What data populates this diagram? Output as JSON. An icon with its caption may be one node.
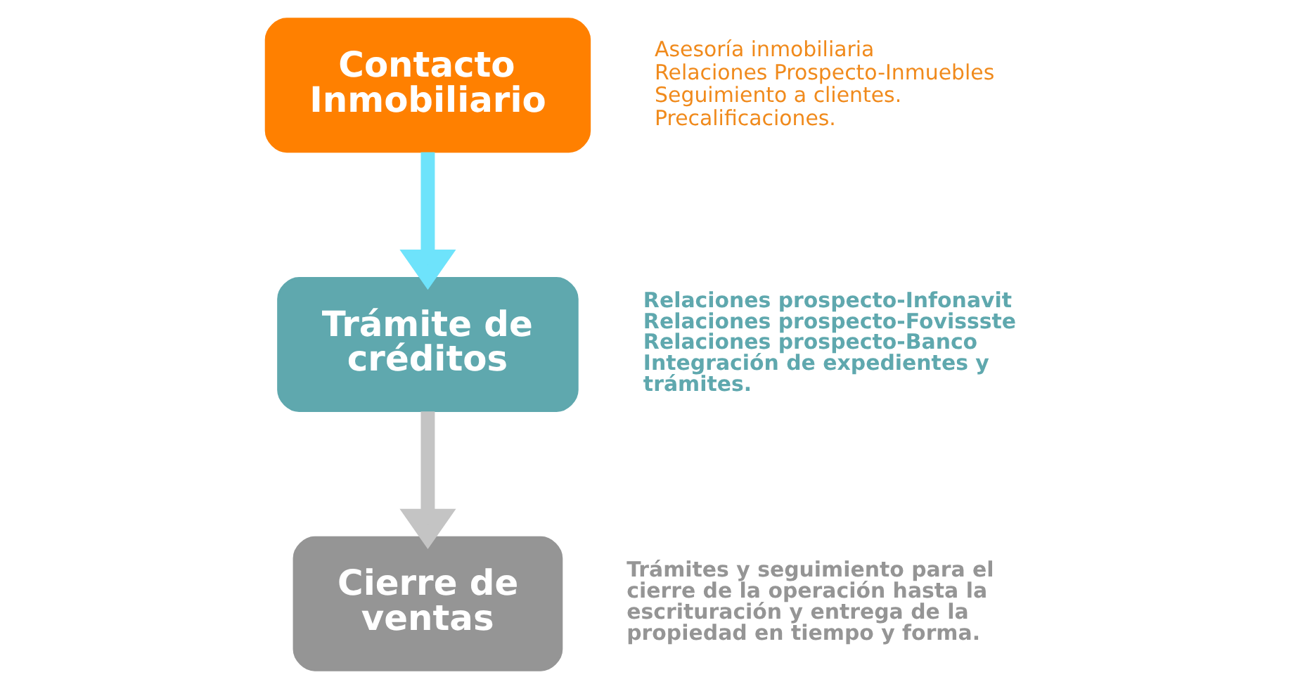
{
  "diagram": {
    "nodes": [
      {
        "text": [
          "Contacto Inmobiliario"
        ],
        "beside": [
          "Asesoría inmobiliaria",
          "Relaciones Prospecto-Inmuebles",
          "Seguimiento a clientes.",
          "Precalificaciones."
        ]
      },
      {
        "text": [
          "Trámite de créditos"
        ],
        "beside": [
          "Relaciones prospecto-Infonavit",
          "Relaciones prospecto-Fovissste",
          "Relaciones prospecto-Banco",
          "Integración de expedientes y trámites."
        ]
      },
      {
        "text": [
          "Cierre de ventas"
        ],
        "beside": [
          "Trámites y seguimiento para el cierre de la operación hasta la escrituración y entrega de la propiedad en tiempo y forma."
        ]
      }
    ],
    "edges": [
      {
        "from": 0,
        "to": 1,
        "arrow": "to",
        "color": "#6ee3fb"
      },
      {
        "from": 1,
        "to": 2,
        "arrow": "to",
        "color": "#c4c4c4"
      }
    ]
  }
}
